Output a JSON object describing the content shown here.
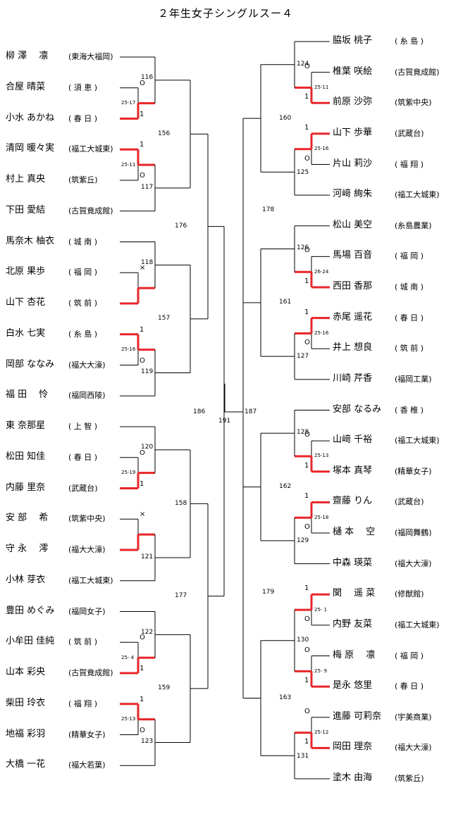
{
  "title": "２年生女子シングルスー４",
  "left_players": [
    {
      "name": "柳 澤 　凛",
      "team": "(東海大福岡)"
    },
    {
      "name": "合屋 晴菜",
      "team": "( 須 恵 )"
    },
    {
      "name": "小水 あかね",
      "team": "( 春 日 )"
    },
    {
      "name": "清岡 暖々実",
      "team": "(福工大城東)"
    },
    {
      "name": "村上 真央",
      "team": "(筑紫丘)"
    },
    {
      "name": "下田 愛結",
      "team": "(古賀竟成館)"
    },
    {
      "name": "馬奈木 柚衣",
      "team": "( 城 南 )"
    },
    {
      "name": "北原 果歩",
      "team": "( 福 岡 )"
    },
    {
      "name": "山下 杏花",
      "team": "( 筑 前 )"
    },
    {
      "name": "白水 七実",
      "team": "( 糸 島 )"
    },
    {
      "name": "岡部 ななみ",
      "team": "(福大大濠)"
    },
    {
      "name": "福 田 　怜",
      "team": "(福岡西陵)"
    },
    {
      "name": "東 奈那星",
      "team": "( 上 智 )"
    },
    {
      "name": "松田 知佳",
      "team": "( 春 日 )"
    },
    {
      "name": "内藤 里奈",
      "team": "(武蔵台)"
    },
    {
      "name": "安 部 　希",
      "team": "(筑紫中央)"
    },
    {
      "name": "守 永 　澪",
      "team": "(福大大濠)"
    },
    {
      "name": "小林 芽衣",
      "team": "(福工大城東)"
    },
    {
      "name": "豊田 めぐみ",
      "team": "(福岡女子)"
    },
    {
      "name": "小牟田 佳純",
      "team": "( 筑 前 )"
    },
    {
      "name": "山本 彩央",
      "team": "(古賀竟成館)"
    },
    {
      "name": "柴田 玲衣",
      "team": "( 福 翔 )"
    },
    {
      "name": "地福 彩羽",
      "team": "(精華女子)"
    },
    {
      "name": "大橋 一花",
      "team": "(福大若葉)"
    }
  ],
  "right_players": [
    {
      "name": "脇坂 桃子",
      "team": "( 糸 島 )"
    },
    {
      "name": "椎葉 咲絵",
      "team": "(古賀竟成館)"
    },
    {
      "name": "前原 沙弥",
      "team": "(筑紫中央)"
    },
    {
      "name": "山下 歩華",
      "team": "(武蔵台)"
    },
    {
      "name": "片山 莉沙",
      "team": "( 福 翔 )"
    },
    {
      "name": "河﨑 絢朱",
      "team": "(福工大城東)"
    },
    {
      "name": "松山 美空",
      "team": "(糸島農業)"
    },
    {
      "name": "馬場 百音",
      "team": "( 福 岡 )"
    },
    {
      "name": "西田 香那",
      "team": "( 城 南 )"
    },
    {
      "name": "赤尾 遥花",
      "team": "( 春 日 )"
    },
    {
      "name": "井上 想良",
      "team": "( 筑 前 )"
    },
    {
      "name": "川崎 芹香",
      "team": "(福岡工業)"
    },
    {
      "name": "安部 なるみ",
      "team": "( 香 椎 )"
    },
    {
      "name": "山﨑 千裕",
      "team": "(福工大城東)"
    },
    {
      "name": "塚本 真琴",
      "team": "(精華女子)"
    },
    {
      "name": "齋藤 りん",
      "team": "(武蔵台)"
    },
    {
      "name": "樋 本 　空",
      "team": "(福岡舞鶴)"
    },
    {
      "name": "中森 瑛菜",
      "team": "(福大大濠)"
    },
    {
      "name": "関 　遥 菜",
      "team": "(修猷館)"
    },
    {
      "name": "内野 友菜",
      "team": "(福工大城東)"
    },
    {
      "name": "梅 原 　凛",
      "team": "( 福 岡 )"
    },
    {
      "name": "是永 悠里",
      "team": "( 春 日 )"
    },
    {
      "name": "進藤 可莉奈",
      "team": "(宇美商業)"
    },
    {
      "name": "岡田 理奈",
      "team": "(福大大濠)"
    },
    {
      "name": "塗木 由海",
      "team": "(筑紫丘)"
    }
  ],
  "match_numbers": {
    "m116": "116",
    "m117": "117",
    "m118": "118",
    "m119": "119",
    "m120": "120",
    "m121": "121",
    "m122": "122",
    "m123": "123",
    "m156": "156",
    "m157": "157",
    "m158": "158",
    "m159": "159",
    "m176": "176",
    "m177": "177",
    "m186": "186",
    "m191": "191",
    "m187": "187",
    "m178": "178",
    "m179": "179",
    "m160": "160",
    "m161": "161",
    "m162": "162",
    "m163": "163",
    "m124": "124",
    "m125": "125",
    "m126": "126",
    "m127": "127",
    "m128": "128",
    "m129": "129",
    "m130": "130",
    "m131": "131"
  },
  "scores": {
    "s116": "25-17",
    "s117": "25-11",
    "s119": "25-16",
    "s120": "25-19",
    "s122": "25- 4",
    "s123": "25-13",
    "s124": "25-11",
    "s125": "25-16",
    "s126": "26-24",
    "s127": "25-16",
    "s128": "25-13",
    "s129": "25-18",
    "s130a": "25- 1",
    "s130b": "25- 9",
    "s131": "25-12"
  },
  "marks": {
    "win": "1",
    "loss": "O",
    "forfeit": "×"
  },
  "colors": {
    "line": "#000000",
    "winner_path": "#e8262a"
  }
}
